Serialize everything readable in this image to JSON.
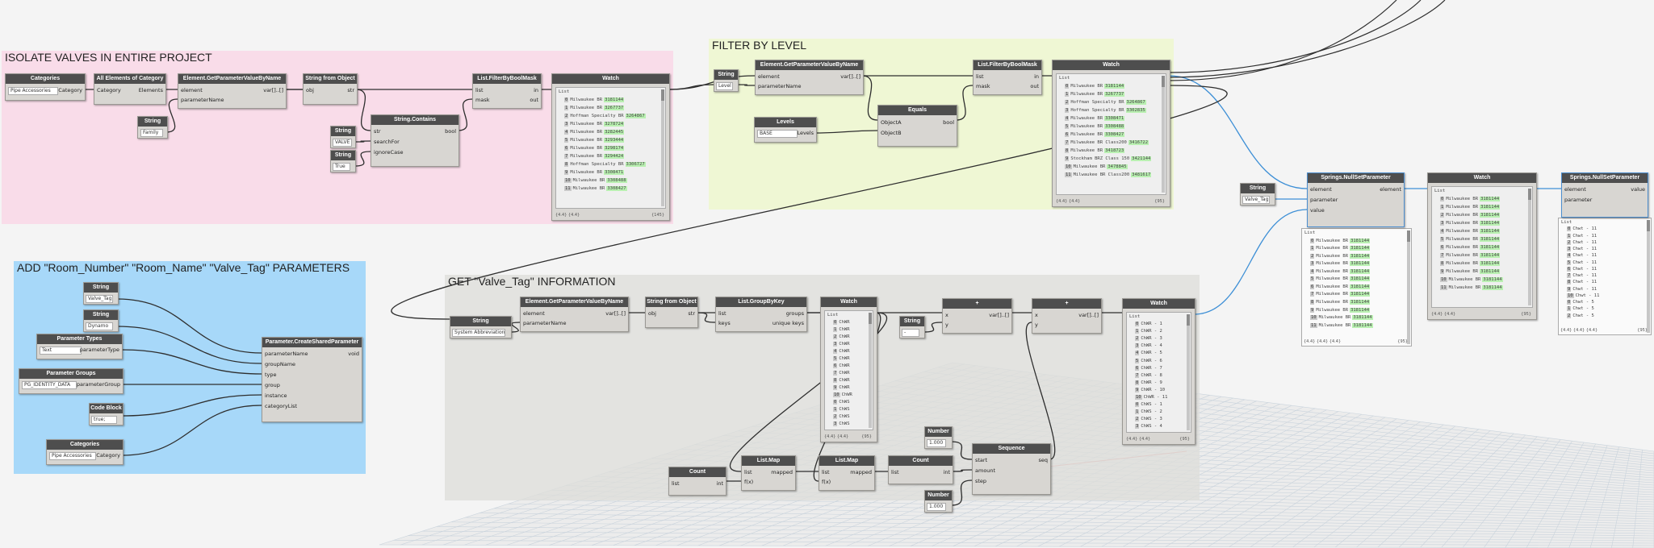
{
  "colors": {
    "group_isolate": "#f9dce9",
    "group_filter": "#eff7d4",
    "group_add": "#a7d8f9",
    "group_get": "#e6e5e2",
    "wire": "#2e2e2e",
    "wire_selected": "#3d8fd6",
    "node_header": "#4e4e4e",
    "node_body": "#d8d6d2",
    "preview_value": "#b9f0b1"
  },
  "groups": {
    "isolate": "ISOLATE VALVES IN ENTIRE PROJECT",
    "filter": "FILTER BY LEVEL",
    "add": "ADD \"Room_Number\" \"Room_Name\" \"Valve_Tag\" PARAMETERS",
    "get": "GET \"Valve_Tag\" INFORMATION"
  },
  "nodes": {
    "categories1": {
      "title": "Categories",
      "value": "Pipe Accessories",
      "out": "Category"
    },
    "all_elements": {
      "title": "All Elements of Category",
      "in": "Category",
      "out": "Elements"
    },
    "get_param1": {
      "title": "Element.GetParameterValueByName",
      "in": [
        "element",
        "parameterName"
      ],
      "out": "var[]..[]"
    },
    "string_family": {
      "title": "String",
      "value": "Family"
    },
    "string_from_object1": {
      "title": "String from Object",
      "in": "obj",
      "out": "str"
    },
    "string_valve": {
      "title": "String",
      "value": "VALVE"
    },
    "string_true": {
      "title": "String",
      "value": "True"
    },
    "string_contains": {
      "title": "String.Contains",
      "in": [
        "str",
        "searchFor",
        "ignoreCase"
      ],
      "out": "bool"
    },
    "filter_mask1": {
      "title": "List.FilterByBoolMask",
      "in": [
        "list",
        "mask"
      ],
      "out": [
        "in",
        "out"
      ]
    },
    "watch1": {
      "title": "Watch",
      "footer_left": "{4.4} {4.4}",
      "footer_right": "{145}",
      "rows": [
        {
          "i": "0",
          "t": "Milwaukee BR",
          "v": "3181144"
        },
        {
          "i": "1",
          "t": "Milwaukee BR",
          "v": "3267737"
        },
        {
          "i": "2",
          "t": "Hoffman Specialty BR",
          "v": "3264867"
        },
        {
          "i": "3",
          "t": "Milwaukee BR",
          "v": "3278724"
        },
        {
          "i": "4",
          "t": "Milwaukee BR",
          "v": "3282445"
        },
        {
          "i": "5",
          "t": "Milwaukee BR",
          "v": "3293444"
        },
        {
          "i": "6",
          "t": "Milwaukee BR",
          "v": "3298174"
        },
        {
          "i": "7",
          "t": "Milwaukee BR",
          "v": "3294424"
        },
        {
          "i": "8",
          "t": "Hoffman Specialty BR",
          "v": "3306727"
        },
        {
          "i": "9",
          "t": "Milwaukee BR",
          "v": "3308471"
        },
        {
          "i": "10",
          "t": "Milwaukee BR",
          "v": "3308488"
        },
        {
          "i": "11",
          "t": "Milwaukee BR",
          "v": "3308427"
        }
      ]
    },
    "string_level": {
      "title": "String",
      "value": "Level"
    },
    "get_param2": {
      "title": "Element.GetParameterValueByName",
      "in": [
        "element",
        "parameterName"
      ],
      "out": "var[]..[]"
    },
    "levels": {
      "title": "Levels",
      "value": "BASE",
      "out": "Levels"
    },
    "equals": {
      "title": "Equals",
      "in": [
        "ObjectA",
        "ObjectB"
      ],
      "out": "bool"
    },
    "filter_mask2": {
      "title": "List.FilterByBoolMask",
      "in": [
        "list",
        "mask"
      ],
      "out": [
        "in",
        "out"
      ]
    },
    "watch2": {
      "title": "Watch",
      "footer_left": "{4.4} {4.4}",
      "footer_right": "{95}",
      "rows": [
        {
          "i": "0",
          "t": "Milwaukee BR",
          "v": "3181144"
        },
        {
          "i": "1",
          "t": "Milwaukee BR",
          "v": "3267737"
        },
        {
          "i": "2",
          "t": "Hoffman Specialty BR",
          "v": "3264867"
        },
        {
          "i": "3",
          "t": "Hoffman Specialty BR",
          "v": "3302835"
        },
        {
          "i": "4",
          "t": "Milwaukee BR",
          "v": "3308471"
        },
        {
          "i": "5",
          "t": "Milwaukee BR",
          "v": "3308488"
        },
        {
          "i": "6",
          "t": "Milwaukee BR",
          "v": "3308427"
        },
        {
          "i": "7",
          "t": "Milwaukee BR Class200",
          "v": "3416722"
        },
        {
          "i": "8",
          "t": "Milwaukee BR",
          "v": "3418723"
        },
        {
          "i": "9",
          "t": "Stockham BRZ Class 150",
          "v": "3421144"
        },
        {
          "i": "10",
          "t": "Milwaukee BR",
          "v": "3478845"
        },
        {
          "i": "11",
          "t": "Milwaukee BR Class200",
          "v": "3481617"
        }
      ]
    },
    "string_valve_tag2": {
      "title": "String",
      "value": "Valve_Tag"
    },
    "springs1": {
      "title": "Springs.NullSetParameter",
      "in": [
        "element",
        "parameter",
        "value"
      ],
      "out": "element",
      "footer_left": "{4.4} {4.4} {4.4}",
      "footer_right": "{95}",
      "rows": [
        {
          "i": "0",
          "t": "Milwaukee BR",
          "v": "3181144"
        },
        {
          "i": "1",
          "t": "Milwaukee BR",
          "v": "3181144"
        },
        {
          "i": "2",
          "t": "Milwaukee BR",
          "v": "3181144"
        },
        {
          "i": "3",
          "t": "Milwaukee BR",
          "v": "3181144"
        },
        {
          "i": "4",
          "t": "Milwaukee BR",
          "v": "3181144"
        },
        {
          "i": "5",
          "t": "Milwaukee BR",
          "v": "3181144"
        },
        {
          "i": "6",
          "t": "Milwaukee BR",
          "v": "3181144"
        },
        {
          "i": "7",
          "t": "Milwaukee BR",
          "v": "3181144"
        },
        {
          "i": "8",
          "t": "Milwaukee BR",
          "v": "3181144"
        },
        {
          "i": "9",
          "t": "Milwaukee BR",
          "v": "3181144"
        },
        {
          "i": "10",
          "t": "Milwaukee BR",
          "v": "3181144"
        },
        {
          "i": "11",
          "t": "Milwaukee BR",
          "v": "3181144"
        }
      ]
    },
    "watch3": {
      "title": "Watch",
      "footer_left": "{4.4} {4.4}",
      "footer_right": "{95}",
      "rows": [
        {
          "i": "0",
          "t": "Milwaukee BR",
          "v": "3181144"
        },
        {
          "i": "1",
          "t": "Milwaukee BR",
          "v": "3181144"
        },
        {
          "i": "2",
          "t": "Milwaukee BR",
          "v": "3181144"
        },
        {
          "i": "3",
          "t": "Milwaukee BR",
          "v": "3181144"
        },
        {
          "i": "4",
          "t": "Milwaukee BR",
          "v": "3181144"
        },
        {
          "i": "5",
          "t": "Milwaukee BR",
          "v": "3181144"
        },
        {
          "i": "6",
          "t": "Milwaukee BR",
          "v": "3181144"
        },
        {
          "i": "7",
          "t": "Milwaukee BR",
          "v": "3181144"
        },
        {
          "i": "8",
          "t": "Milwaukee BR",
          "v": "3181144"
        },
        {
          "i": "9",
          "t": "Milwaukee BR",
          "v": "3181144"
        },
        {
          "i": "10",
          "t": "Milwaukee BR",
          "v": "3181144"
        },
        {
          "i": "11",
          "t": "Milwaukee BR",
          "v": "3181144"
        }
      ]
    },
    "springs2": {
      "title": "Springs.NullSetParameter",
      "in": [
        "element",
        "parameter"
      ],
      "out": "value",
      "footer_left": "{4.4} {4.4} {4.4}",
      "footer_right": "{95}",
      "rows": [
        {
          "i": "0",
          "t": "Chwt - 11"
        },
        {
          "i": "1",
          "t": "Chwt - 11"
        },
        {
          "i": "2",
          "t": "Chwt - 11"
        },
        {
          "i": "3",
          "t": "Chwt - 11"
        },
        {
          "i": "4",
          "t": "Chwt - 11"
        },
        {
          "i": "5",
          "t": "Chwt - 11"
        },
        {
          "i": "6",
          "t": "Chwt - 11"
        },
        {
          "i": "7",
          "t": "Chwt - 11"
        },
        {
          "i": "8",
          "t": "Chwt - 11"
        },
        {
          "i": "9",
          "t": "Chwt - 11"
        },
        {
          "i": "10",
          "t": "Chwt - 11"
        },
        {
          "i": "0",
          "t": "Chwt - 5"
        },
        {
          "i": "1",
          "t": "Chwt - 5"
        },
        {
          "i": "2",
          "t": "Chwt - 5"
        }
      ]
    },
    "string_valve_tag": {
      "title": "String",
      "value": "Valve_Tag"
    },
    "string_dynamo": {
      "title": "String",
      "value": "Dynamo"
    },
    "param_types": {
      "title": "Parameter Types",
      "value": "Text",
      "out": "parameterType"
    },
    "param_groups": {
      "title": "Parameter Groups",
      "value": "PG_IDENTITY_DATA",
      "out": "parameterGroup"
    },
    "code_block": {
      "title": "Code Block",
      "value": "true;"
    },
    "categories2": {
      "title": "Categories",
      "value": "Pipe Accessories",
      "out": "Category"
    },
    "create_shared": {
      "title": "Parameter.CreateSharedParameter",
      "in": [
        "parameterName",
        "groupName",
        "type",
        "group",
        "instance",
        "categoryList"
      ],
      "out": "void"
    },
    "string_sys_abbrev": {
      "title": "String",
      "value": "System Abbreviation"
    },
    "get_param3": {
      "title": "Element.GetParameterValueByName",
      "in": [
        "element",
        "parameterName"
      ],
      "out": "var[]..[]"
    },
    "string_from_object2": {
      "title": "String from Object",
      "in": "obj",
      "out": "str"
    },
    "group_by_key": {
      "title": "List.GroupByKey",
      "in": [
        "list",
        "keys"
      ],
      "out": [
        "groups",
        "unique keys"
      ]
    },
    "watch4": {
      "title": "Watch",
      "footer_left": "{4.4} {4.4}",
      "footer_right": "{95}",
      "rows": [
        {
          "i": "0",
          "t": "ChWR"
        },
        {
          "i": "1",
          "t": "ChWR"
        },
        {
          "i": "2",
          "t": "ChWR"
        },
        {
          "i": "3",
          "t": "ChWR"
        },
        {
          "i": "4",
          "t": "ChWR"
        },
        {
          "i": "5",
          "t": "ChWR"
        },
        {
          "i": "6",
          "t": "ChWR"
        },
        {
          "i": "7",
          "t": "ChWR"
        },
        {
          "i": "8",
          "t": "ChWR"
        },
        {
          "i": "9",
          "t": "ChWR"
        },
        {
          "i": "10",
          "t": "ChWR"
        },
        {
          "i": "0",
          "t": "ChWS"
        },
        {
          "i": "1",
          "t": "ChWS"
        },
        {
          "i": "2",
          "t": "ChWS"
        },
        {
          "i": "3",
          "t": "ChWS"
        }
      ]
    },
    "string_dash": {
      "title": "String",
      "value": "-"
    },
    "plus1": {
      "title": "+",
      "in": [
        "x",
        "y"
      ],
      "out": "var[]..[]"
    },
    "plus2": {
      "title": "+",
      "in": [
        "x",
        "y"
      ],
      "out": "var[]..[]"
    },
    "watch5": {
      "title": "Watch",
      "footer_left": "{4.4} {4.4}",
      "footer_right": "{95}",
      "rows": [
        {
          "i": "0",
          "t": "ChWR - 1"
        },
        {
          "i": "1",
          "t": "ChWR - 2"
        },
        {
          "i": "2",
          "t": "ChWR - 3"
        },
        {
          "i": "3",
          "t": "ChWR - 4"
        },
        {
          "i": "4",
          "t": "ChWR - 5"
        },
        {
          "i": "5",
          "t": "ChWR - 6"
        },
        {
          "i": "6",
          "t": "ChWR - 7"
        },
        {
          "i": "7",
          "t": "ChWR - 8"
        },
        {
          "i": "8",
          "t": "ChWR - 9"
        },
        {
          "i": "9",
          "t": "ChWR - 10"
        },
        {
          "i": "10",
          "t": "ChWR - 11"
        },
        {
          "i": "0",
          "t": "ChWS - 1"
        },
        {
          "i": "1",
          "t": "ChWS - 2"
        },
        {
          "i": "2",
          "t": "ChWS - 3"
        },
        {
          "i": "3",
          "t": "ChWS - 4"
        }
      ]
    },
    "count1": {
      "title": "Count",
      "in": "list",
      "out": "int"
    },
    "list_map1": {
      "title": "List.Map",
      "in": [
        "list",
        "f(x)"
      ],
      "out": "mapped"
    },
    "list_map2": {
      "title": "List.Map",
      "in": [
        "list",
        "f(x)"
      ],
      "out": "mapped"
    },
    "count2": {
      "title": "Count",
      "in": "list",
      "out": "int"
    },
    "number1": {
      "title": "Number",
      "value": "1.000"
    },
    "number2": {
      "title": "Number",
      "value": "1.000"
    },
    "sequence": {
      "title": "Sequence",
      "in": [
        "start",
        "amount",
        "step"
      ],
      "out": "seq"
    }
  }
}
